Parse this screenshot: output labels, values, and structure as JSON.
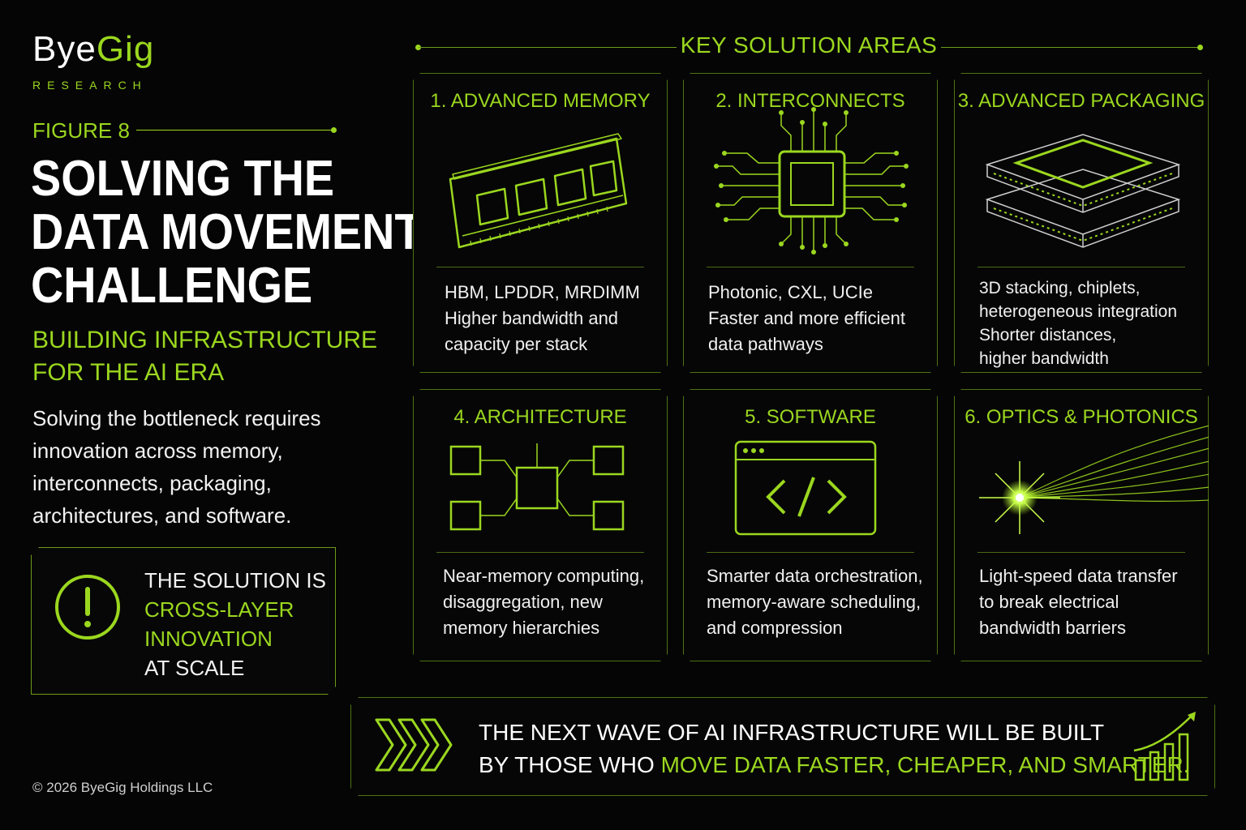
{
  "brand": {
    "name_part1": "Bye",
    "name_part2": "Gig",
    "sub": "RESEARCH"
  },
  "figure": {
    "label": "FIGURE 8",
    "title_lines": [
      "SOLVING THE",
      "DATA MOVEMENT",
      "CHALLENGE"
    ],
    "subtitle_lines": [
      "BUILDING INFRASTRUCTURE",
      "FOR THE AI ERA"
    ],
    "intro": "Solving the bottleneck requires innovation across memory, interconnects, packaging, architectures, and software."
  },
  "callout": {
    "icon": "exclamation-circle-icon",
    "line1": "THE SOLUTION IS",
    "line2": "CROSS-LAYER",
    "line3": "INNOVATION",
    "line4": "AT SCALE"
  },
  "section_title": "KEY SOLUTION AREAS",
  "cards": [
    {
      "title": "1. ADVANCED MEMORY",
      "icon": "memory-module-icon",
      "lines": [
        "HBM, LPDDR, MRDIMM",
        "Higher bandwidth and",
        "capacity per stack"
      ]
    },
    {
      "title": "2. INTERCONNECTS",
      "icon": "chip-circuit-icon",
      "lines": [
        "Photonic, CXL, UCIe",
        "Faster and more efficient",
        "data pathways"
      ]
    },
    {
      "title": "3. ADVANCED PACKAGING",
      "icon": "stacked-chip-icon",
      "lines": [
        "3D stacking, chiplets,",
        "heterogeneous integration",
        "Shorter distances,",
        "higher bandwidth"
      ]
    },
    {
      "title": "4. ARCHITECTURE",
      "icon": "architecture-nodes-icon",
      "lines": [
        "Near-memory computing,",
        "disaggregation, new",
        "memory hierarchies"
      ]
    },
    {
      "title": "5. SOFTWARE",
      "icon": "code-window-icon",
      "lines": [
        "Smarter data orchestration,",
        "memory-aware scheduling,",
        "and compression"
      ]
    },
    {
      "title": "6. OPTICS & PHOTONICS",
      "icon": "light-beam-icon",
      "lines": [
        "Light-speed data transfer",
        "to break electrical",
        "bandwidth barriers"
      ]
    }
  ],
  "banner": {
    "line1": "THE NEXT WAVE OF AI INFRASTRUCTURE WILL BE BUILT",
    "line2_prefix": "BY THOSE WHO ",
    "line2_highlight": "MOVE DATA FASTER, CHEAPER, AND SMARTER."
  },
  "copyright": "© 2026 ByeGig Holdings LLC",
  "colors": {
    "accent": "#9bd71f",
    "background": "#050505",
    "text": "#f2f2f2"
  }
}
